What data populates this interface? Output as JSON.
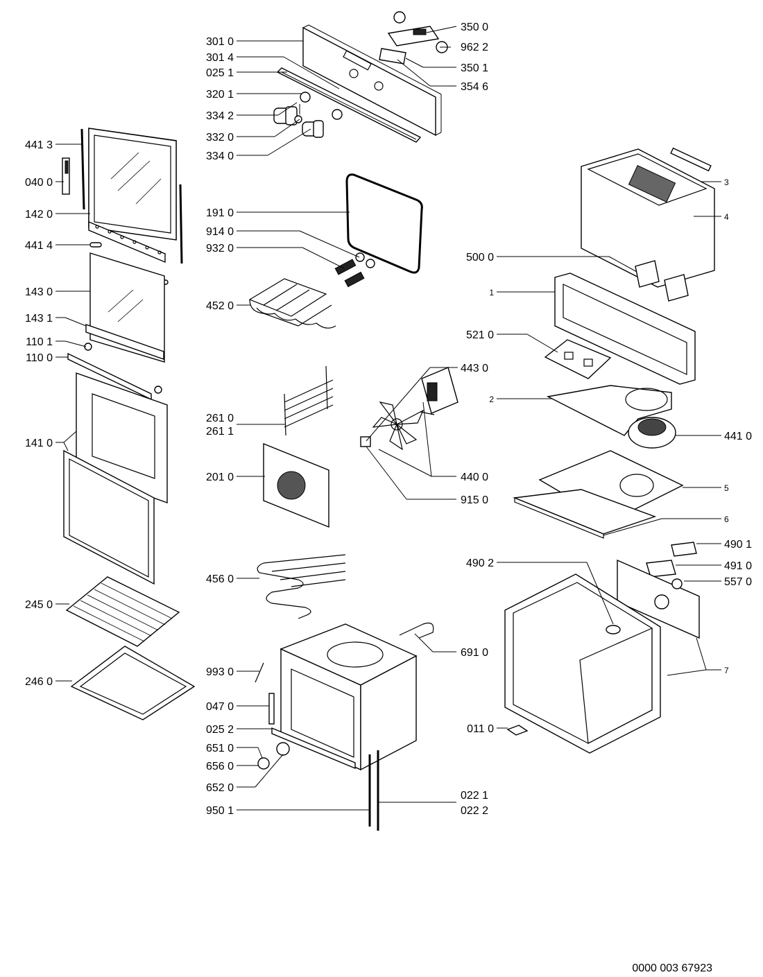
{
  "document_number": "0000 003 67923",
  "labels": {
    "p3010": "301 0",
    "p3014": "301 4",
    "p0251": "025 1",
    "p3201": "320 1",
    "p3342": "334 2",
    "p3320": "332 0",
    "p3340": "334 0",
    "p3500": "350 0",
    "p9622": "962 2",
    "p3501": "350 1",
    "p3546": "354 6",
    "p4413": "441 3",
    "p0400": "040 0",
    "p1420": "142 0",
    "p4414": "441 4",
    "p1430": "143 0",
    "p1431": "143 1",
    "p1101": "110 1",
    "p1100": "110 0",
    "p1410": "141 0",
    "p2450": "245 0",
    "p2460": "246 0",
    "p1910": "191 0",
    "p9140": "914 0",
    "p9320": "932 0",
    "p4520": "452 0",
    "p2610": "261 0",
    "p2611": "261 1",
    "p2010": "201 0",
    "p4560": "456 0",
    "p9930": "993 0",
    "p0470": "047 0",
    "p0252": "025 2",
    "p6510": "651 0",
    "p6560": "656 0",
    "p6520": "652 0",
    "p9501": "950 1",
    "p4430": "443 0",
    "p4400": "440 0",
    "p9150": "915 0",
    "p6910": "691 0",
    "p0221": "022 1",
    "p0222": "022 2",
    "p3": "3",
    "p4": "4",
    "p5000": "500 0",
    "p1": "1",
    "p5210": "521 0",
    "p2": "2",
    "p4410": "441 0",
    "p5": "5",
    "p6": "6",
    "p4901": "490 1",
    "p4910": "491 0",
    "p4902": "490 2",
    "p5570": "557 0",
    "p7": "7",
    "p0110": "011 0"
  }
}
